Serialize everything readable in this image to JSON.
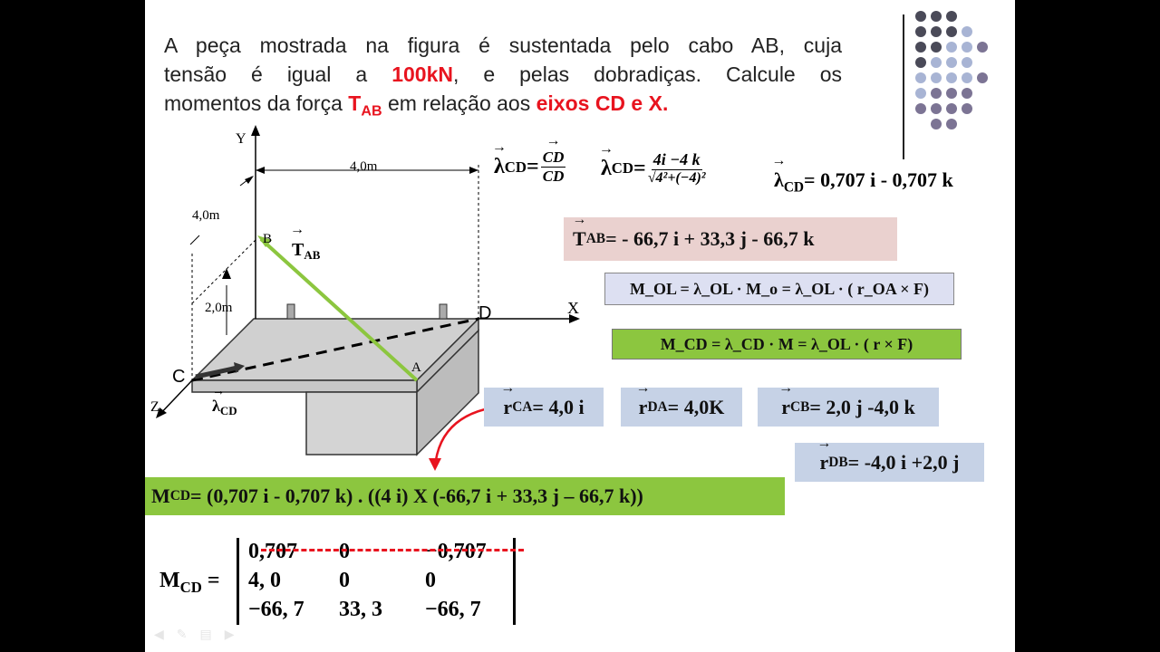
{
  "problem": {
    "line1": "A  peça  mostrada na figura é sustentada pelo cabo AB, cuja",
    "line2_a": "tensão  é  igual  a ",
    "line2_b": "100kN",
    "line2_c": ",  e  pelas  dobradiças.  Calcule  os",
    "line3_a": "momentos da força ",
    "line3_b": "T",
    "line3_sub": "AB",
    "line3_c": "  em relação aos ",
    "line3_d": "eixos CD e X."
  },
  "figure": {
    "y_axis": "Y",
    "x_axis": "X",
    "z_axis": "Z",
    "dim_4m_top": "4,0m",
    "dim_4m_side": "4,0m",
    "dim_2m": "2,0m",
    "point_b": "B",
    "point_c": "C",
    "point_d": "D",
    "point_a": "A",
    "tab": "T",
    "tab_sub": "AB",
    "lambda": "λ",
    "lambda_sub": "CD"
  },
  "eq": {
    "lambda_def_lhs": "λ",
    "lambda_def_sub": "CD",
    "lambda_def_num": "CD",
    "lambda_def_den": "CD",
    "lambda_num": "4i  −4 k",
    "lambda_den": "√4²+(−4)²",
    "lambda_result": "= 0,707 i - 0,707 k",
    "tab_result": "= - 66,7  i + 33,3 j - 66,7 k",
    "mol": "M_OL = λ_OL · M_o = λ_OL · ( r_OA × F)",
    "mcd": "M_CD = λ_CD · M = λ_OL · ( r × F)",
    "rca": "= 4,0 i",
    "rda": "= 4,0K",
    "rcb": "= 2,0 j -4,0 k",
    "rdb": "= -4,0 i +2,0 j",
    "mcd_product": "= (0,707 i - 0,707 k) . ((4 i) X (-66,7 i + 33,3 j – 66,7 k))",
    "mcd_label": "M",
    "mcd_label_sub": "CD",
    "matrix": [
      [
        "0,707",
        "0",
        "−0,707"
      ],
      [
        "4, 0",
        "0",
        "0"
      ],
      [
        "−66, 7",
        "33, 3",
        "−66, 7"
      ]
    ]
  },
  "colors": {
    "red": "#e8141f",
    "green": "#8cc63f",
    "pink": "#ead1cf",
    "lavender": "#dde0f2",
    "blue_gray": "#c6d2e6"
  }
}
